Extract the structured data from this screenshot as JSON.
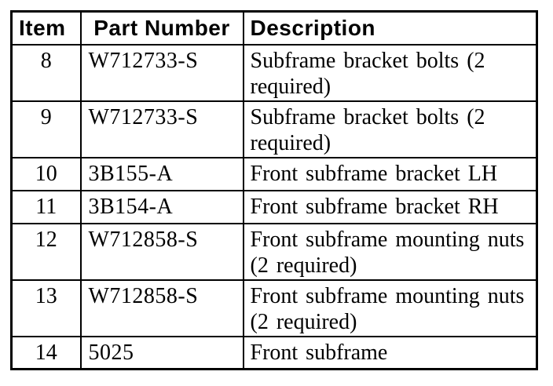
{
  "colors": {
    "border": "#000000",
    "text": "#000000",
    "background": "#ffffff"
  },
  "table": {
    "headers": {
      "item": "Item",
      "part_number": "Part Number",
      "description": "Description"
    },
    "rows": [
      {
        "item": "8",
        "part_number": "W712733-S",
        "description": "Subframe bracket bolts (2\nrequired)"
      },
      {
        "item": "9",
        "part_number": "W712733-S",
        "description": "Subframe bracket bolts (2\nrequired)"
      },
      {
        "item": "10",
        "part_number": "3B155-A",
        "description": "Front subframe bracket LH"
      },
      {
        "item": "11",
        "part_number": "3B154-A",
        "description": "Front subframe bracket RH"
      },
      {
        "item": "12",
        "part_number": "W712858-S",
        "description": "Front subframe mounting nuts\n(2 required)"
      },
      {
        "item": "13",
        "part_number": "W712858-S",
        "description": "Front subframe mounting nuts\n(2 required)"
      },
      {
        "item": "14",
        "part_number": "5025",
        "description": "Front subframe"
      }
    ]
  }
}
